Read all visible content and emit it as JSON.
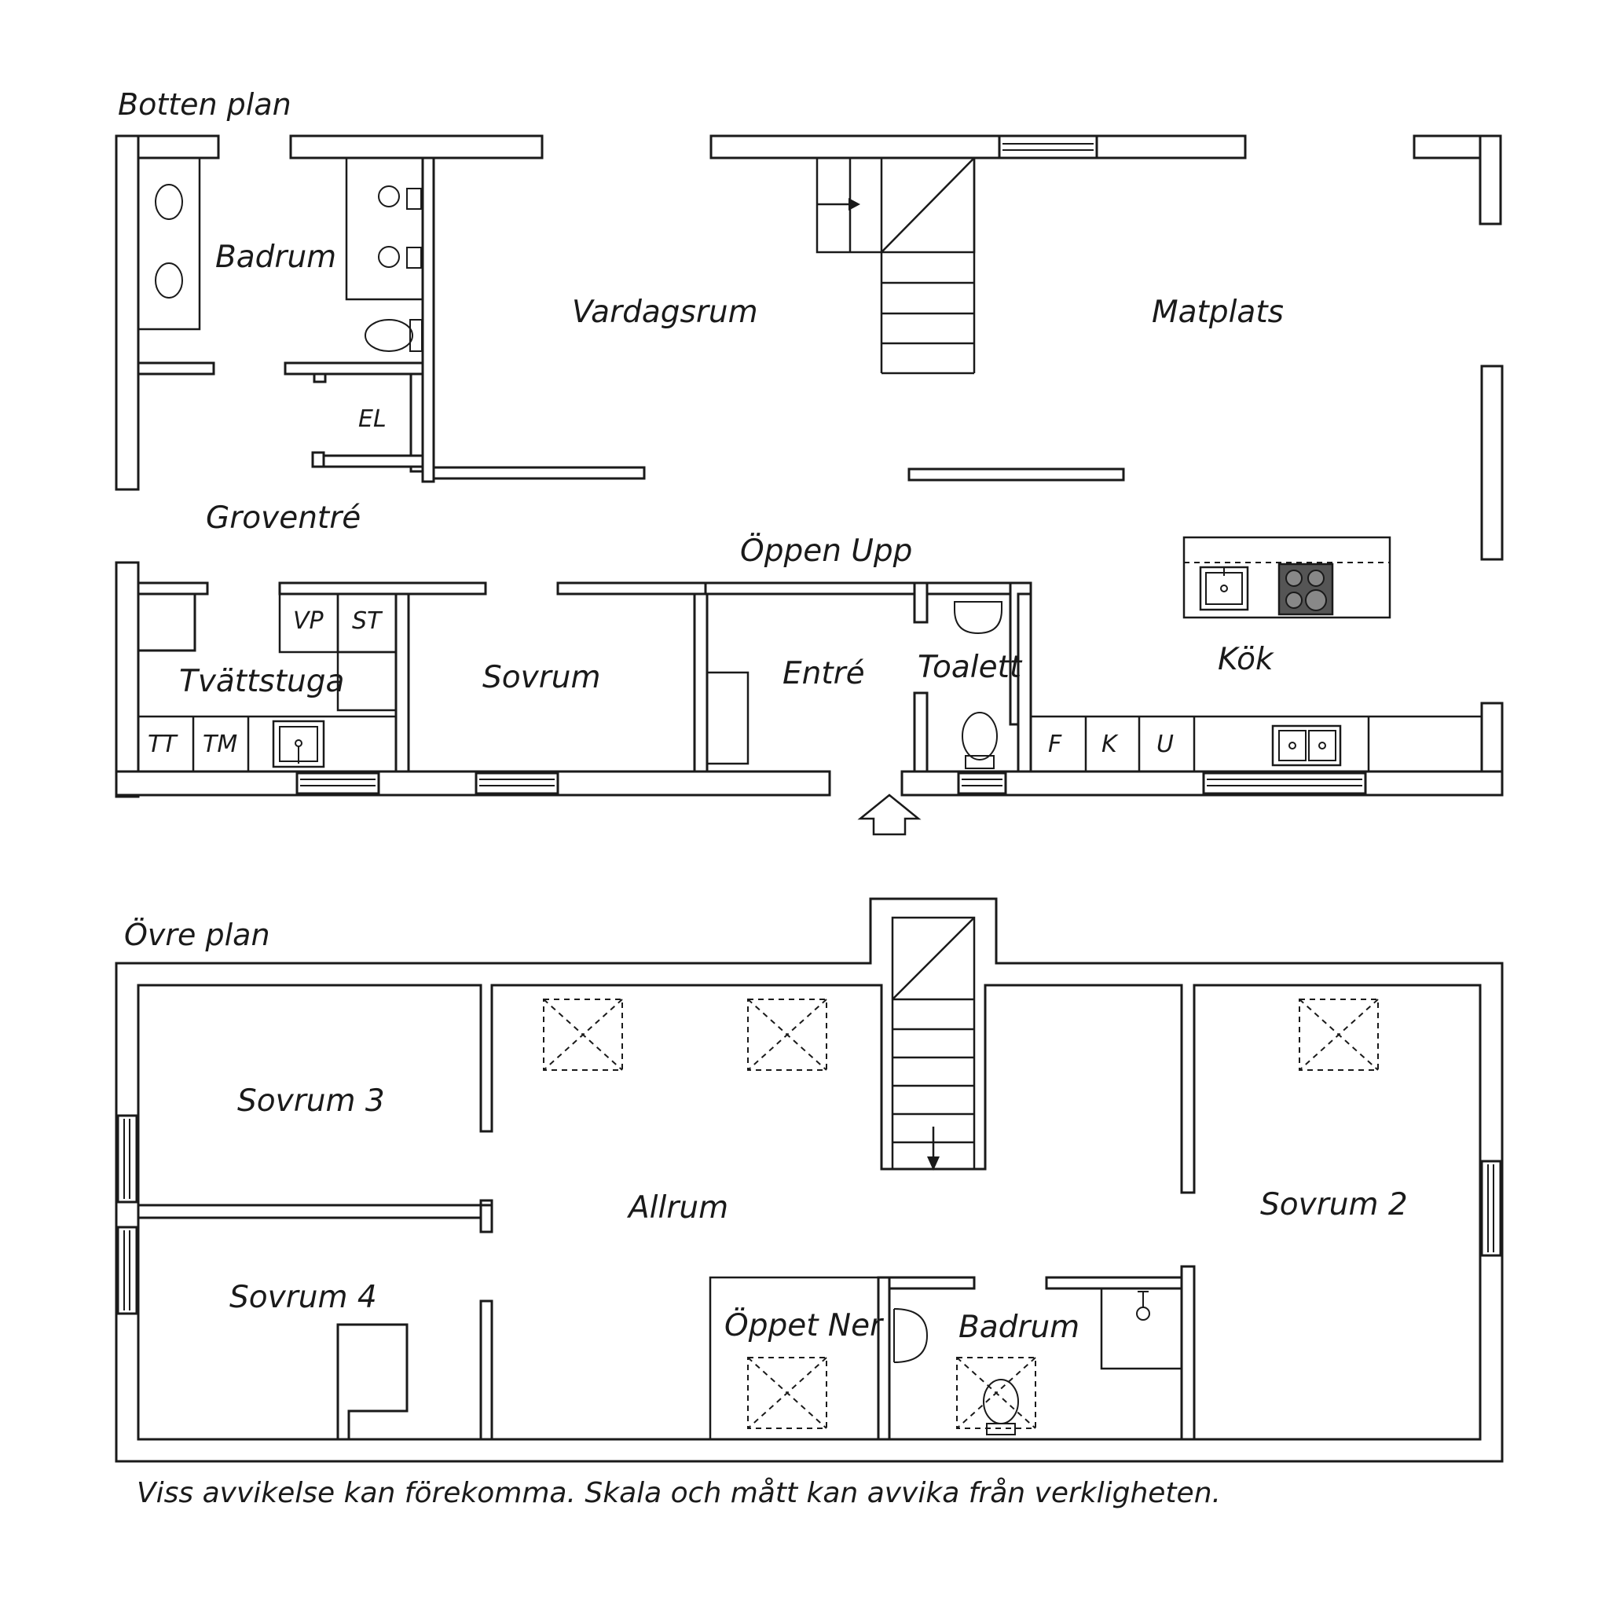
{
  "headings": {
    "ground_floor": "Botten plan",
    "upper_floor": "Övre plan"
  },
  "ground_rooms": {
    "badrum": "Badrum",
    "el": "EL",
    "vardagsrum": "Vardagsrum",
    "matplats": "Matplats",
    "groventre": "Groventré",
    "oppen_upp": "Öppen Upp",
    "vp": "VP",
    "st": "ST",
    "tvattstuga": "Tvättstuga",
    "tt": "TT",
    "tm": "TM",
    "sovrum": "Sovrum",
    "entre": "Entré",
    "toalett": "Toalett",
    "kok": "Kök",
    "f": "F",
    "k": "K",
    "u": "U"
  },
  "upper_rooms": {
    "sovrum3": "Sovrum 3",
    "sovrum4": "Sovrum 4",
    "allrum": "Allrum",
    "sovrum2": "Sovrum 2",
    "oppet_ner": "Öppet Ner",
    "badrum": "Badrum"
  },
  "disclaimer": "Viss avvikelse kan förekomma. Skala och mått kan avvika från verkligheten.",
  "colors": {
    "line": "#1a1a1a",
    "background": "#ffffff",
    "hob": "#555555"
  }
}
